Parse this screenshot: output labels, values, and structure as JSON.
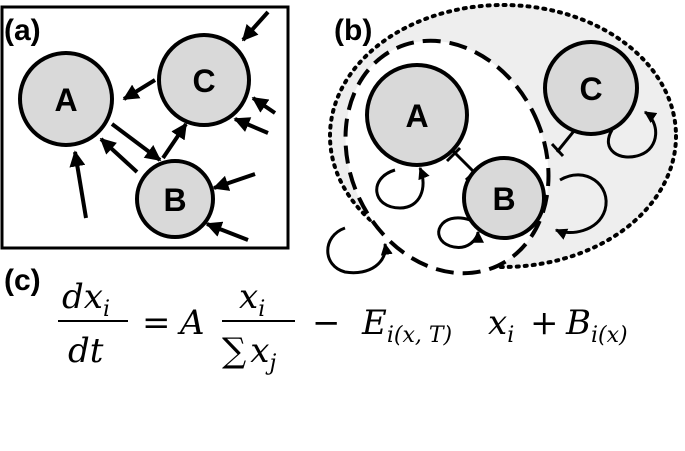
{
  "panels": {
    "a": {
      "label": "(a)",
      "nodes": {
        "A": "A",
        "B": "B",
        "C": "C"
      }
    },
    "b": {
      "label": "(b)",
      "nodes": {
        "A": "A",
        "B": "B",
        "C": "C"
      }
    },
    "c": {
      "label": "(c)"
    }
  },
  "equation": {
    "lhs_num": "dx",
    "lhs_num_sub": "i",
    "lhs_den": "dt",
    "eq_sign": "=",
    "coef": "A",
    "frac_num": "x",
    "frac_num_sub": "i",
    "sum_symbol": "∑",
    "frac_den": "x",
    "frac_den_sub": "j",
    "minus": "−",
    "E": "E",
    "E_sub": "i(x, T)",
    "x_term": "x",
    "x_term_sub": "i",
    "plus": "+",
    "B": "B",
    "B_sub": "i(x)"
  },
  "colors": {
    "node_fill": "#d9d9d9",
    "cluster_fill": "#eeeeee",
    "stroke": "#000000"
  }
}
